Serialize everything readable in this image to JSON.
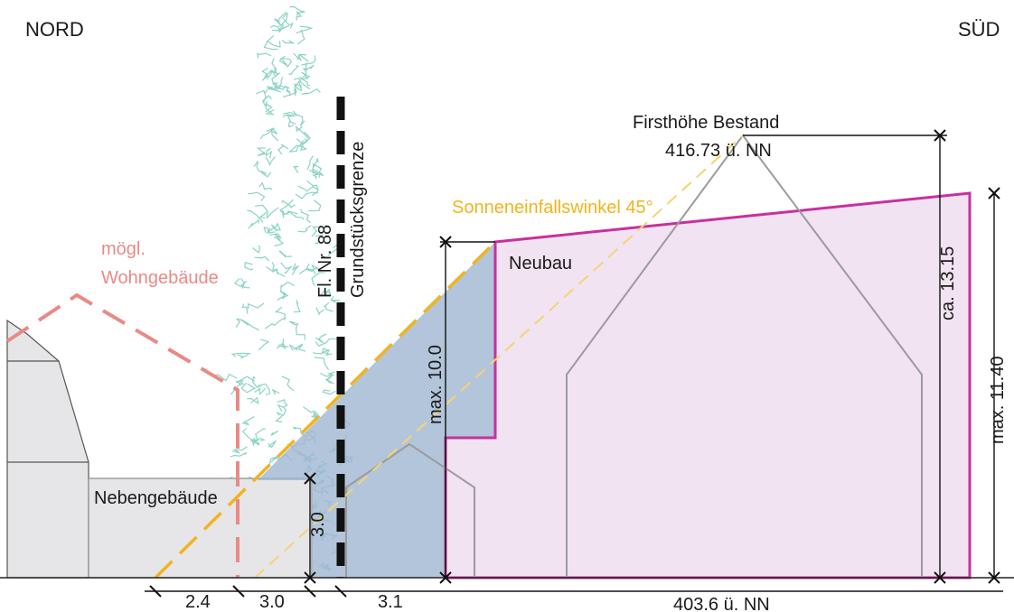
{
  "compass": {
    "north": "NORD",
    "south": "SÜD"
  },
  "labels": {
    "ridge_existing_title": "Firsthöhe Bestand",
    "ridge_existing_value": "416.73 ü. NN",
    "sun_angle": "Sonneneinfallswinkel 45°",
    "new_building": "Neubau",
    "possible_residential_line1": "mögl.",
    "possible_residential_line2": "Wohngebäude",
    "outbuilding": "Nebengebäude",
    "parcel_number": "Fl. Nr. 88",
    "property_line": "Grundstücksgrenze",
    "ground_level": "403.6 ü. NN"
  },
  "dimensions": {
    "max_height_step": "max. 10.0",
    "approx_height": "ca. 13.15",
    "max_height_total": "max. 11.40",
    "outbuilding_height": "3.0",
    "dist_1": "2.4",
    "dist_2": "3.0",
    "dist_3": "3.1"
  },
  "colors": {
    "new_building_outline": "#c8309e",
    "new_building_fill": "#f1e3f1",
    "setback_fill": "#9fb6d1",
    "sun_line": "#f2b41c",
    "possible_building": "#e98a86",
    "tree": "#7fcfc0",
    "existing_outline": "#9b9b9b",
    "neighbor_fill": "#e6e6e9"
  }
}
